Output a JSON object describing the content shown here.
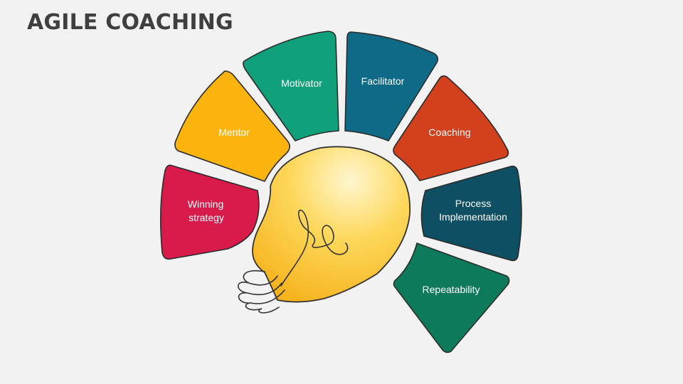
{
  "title": "AGILE COACHING",
  "segments": [
    {
      "id": "winning-strategy",
      "lines": [
        "Winning",
        "strategy"
      ],
      "color": "#d81b4a"
    },
    {
      "id": "mentor",
      "lines": [
        "Mentor"
      ],
      "color": "#fbb40e"
    },
    {
      "id": "motivator",
      "lines": [
        "Motivator"
      ],
      "color": "#10a07a"
    },
    {
      "id": "facilitator",
      "lines": [
        "Facilitator"
      ],
      "color": "#0f6a88"
    },
    {
      "id": "coaching",
      "lines": [
        "Coaching"
      ],
      "color": "#d2401e"
    },
    {
      "id": "process-implementation",
      "lines": [
        "Process",
        "Implementation"
      ],
      "color": "#0f4f63"
    },
    {
      "id": "repeatability",
      "lines": [
        "Repeatability"
      ],
      "color": "#0d7a5c"
    }
  ],
  "bulb_color": "#fcbf2a"
}
